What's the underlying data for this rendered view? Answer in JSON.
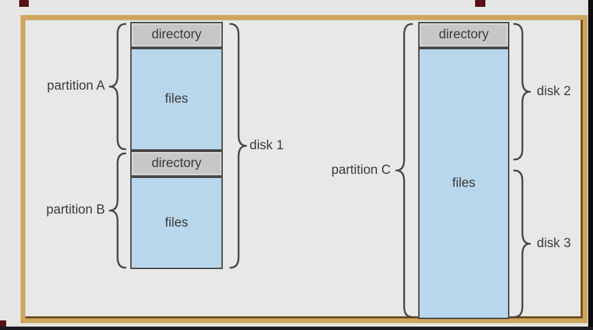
{
  "colors": {
    "background": "#e6e6e5",
    "frame_border": "#cfa55e",
    "frame_shadow": "#6b4a1d",
    "frame_interior": "#e8e8e7",
    "directory_fill": "#c7c7c7",
    "files_fill": "#b9d7ec",
    "box_border": "#474747",
    "text": "#3a3a3a",
    "right_edge": "#0c0c0c",
    "bottom_edge": "#191b20",
    "corner_mark": "#591013"
  },
  "diagram": {
    "partition_a": {
      "label": "partition A",
      "directory_label": "directory",
      "files_label": "files"
    },
    "partition_b": {
      "label": "partition B",
      "directory_label": "directory",
      "files_label": "files"
    },
    "partition_c": {
      "label": "partition C",
      "directory_label": "directory",
      "files_label": "files"
    },
    "disk_1": {
      "label": "disk 1"
    },
    "disk_2": {
      "label": "disk 2"
    },
    "disk_3": {
      "label": "disk 3"
    }
  }
}
